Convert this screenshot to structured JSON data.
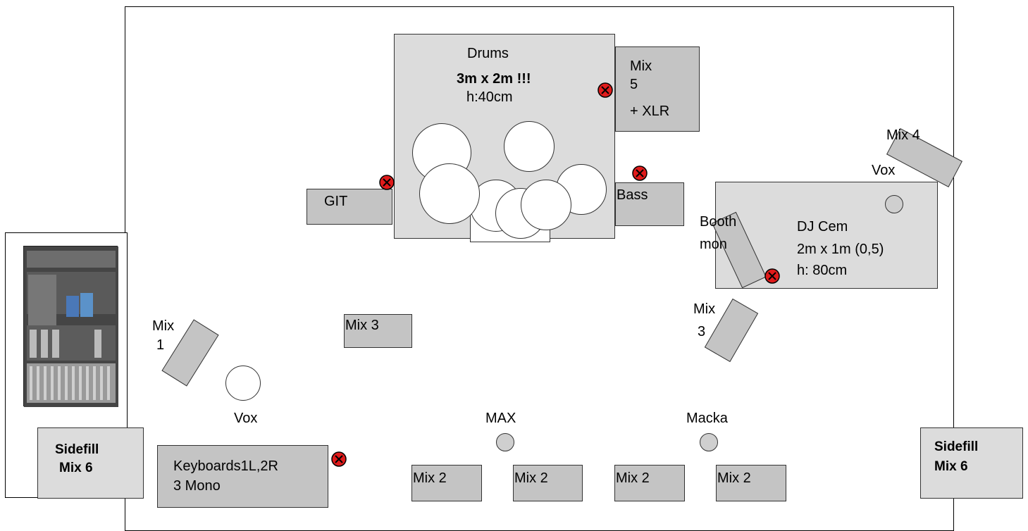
{
  "drums": {
    "name": "Drums",
    "size": "3m x 2m !!!",
    "height": "h:40cm"
  },
  "mix5": {
    "line1": "Mix",
    "line2": "5",
    "line3": "+ XLR"
  },
  "mix4": {
    "label": "Mix 4"
  },
  "vox_right": {
    "label": "Vox"
  },
  "git": {
    "label": "GIT"
  },
  "bass": {
    "label": "Bass"
  },
  "dj": {
    "booth_line1": "Booth",
    "booth_line2": "mon",
    "name": "DJ Cem",
    "size": "2m x 1m (0,5)",
    "height": "h: 80cm"
  },
  "mix3_right": {
    "line1": "Mix",
    "line2": "3"
  },
  "mix3_center": {
    "label": "Mix 3"
  },
  "mix1": {
    "line1": "Mix",
    "line2": "1"
  },
  "vox_left": {
    "label": "Vox"
  },
  "max": {
    "label": "MAX"
  },
  "macka": {
    "label": "Macka"
  },
  "keyboards": {
    "line1": "Keyboards1L,2R",
    "line2": "3 Mono"
  },
  "mix2": [
    "Mix 2",
    "Mix 2",
    "Mix 2",
    "Mix 2"
  ],
  "sidefill_left": {
    "line1": "Sidefill",
    "line2": "Mix 6"
  },
  "sidefill_right": {
    "line1": "Sidefill",
    "line2": "Mix 6"
  },
  "colors": {
    "xlr_marker": "#e01b1b",
    "panel_grey": "#c4c4c4",
    "panel_light": "#dcdcdc"
  }
}
